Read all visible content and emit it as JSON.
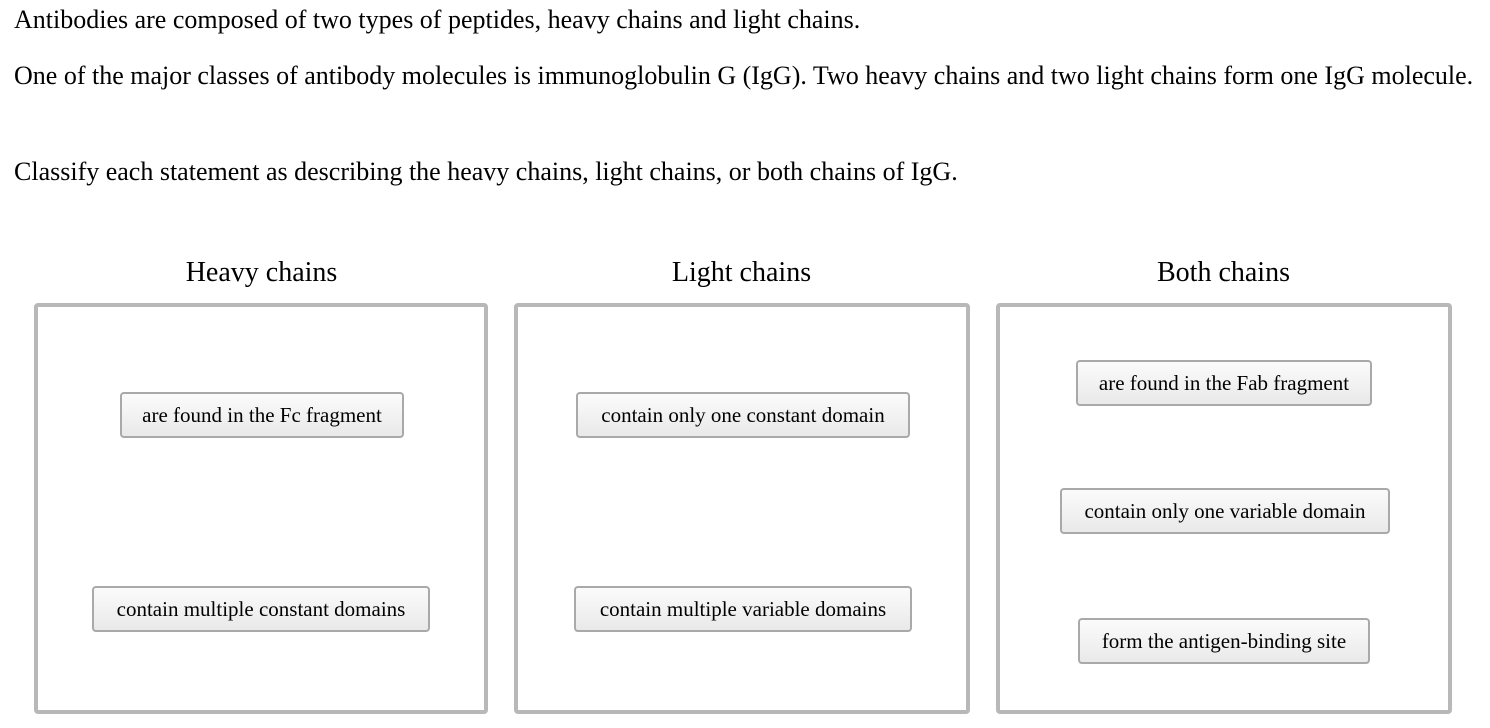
{
  "intro": {
    "p1": "Antibodies are composed of two types of peptides, heavy chains and light chains.",
    "p2": "One of the major classes of antibody molecules is immunoglobulin G (IgG). Two heavy chains and two light chains form one IgG molecule.",
    "p3": "Classify each statement as describing the heavy chains, light chains, or both chains of IgG."
  },
  "bins": [
    {
      "title": "Heavy chains",
      "items": [
        "are found in the Fc fragment",
        "contain multiple constant domains"
      ]
    },
    {
      "title": "Light chains",
      "items": [
        "contain only one constant domain",
        "contain multiple variable domains"
      ]
    },
    {
      "title": "Both chains",
      "items": [
        "are found in the Fab fragment",
        "contain only one variable domain",
        "form the antigen-binding site"
      ]
    }
  ],
  "colors": {
    "bin_border": "#b8b8b8",
    "tile_border": "#a9a9a9"
  }
}
